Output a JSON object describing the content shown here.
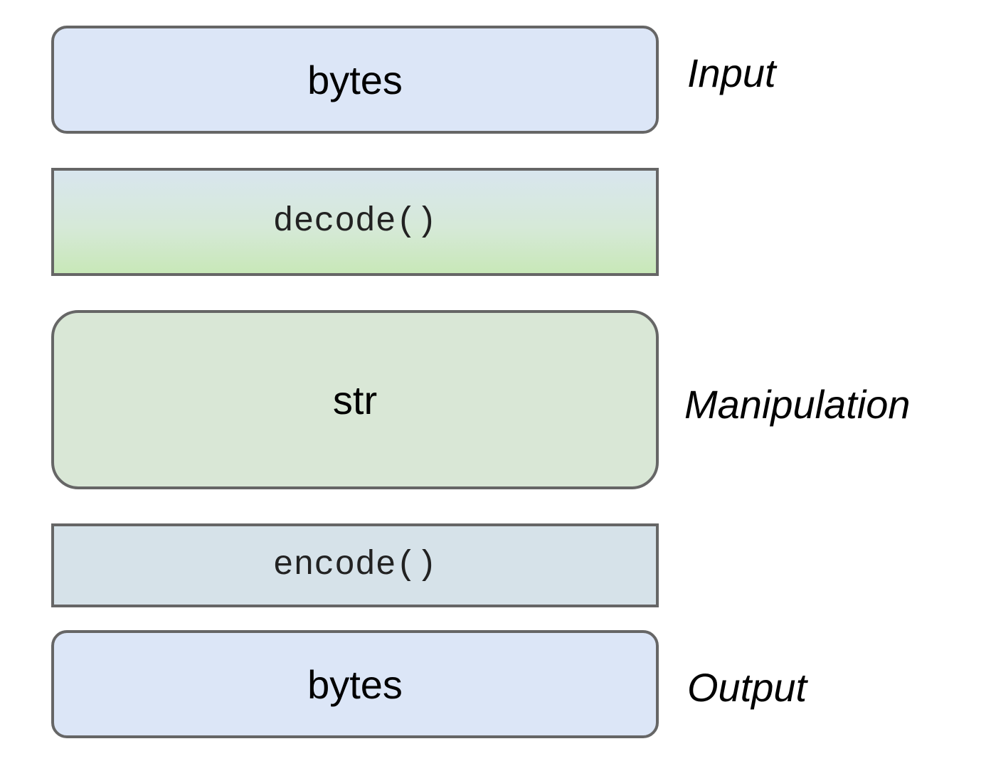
{
  "diagram": {
    "blocks": [
      {
        "id": "input",
        "text": "bytes",
        "style": "sans",
        "fill": "#dce6f7"
      },
      {
        "id": "decode",
        "text": "decode()",
        "style": "mono",
        "fill": "#d6e9d8"
      },
      {
        "id": "str",
        "text": "str",
        "style": "sans",
        "fill": "#d9e7d6"
      },
      {
        "id": "encode",
        "text": "encode()",
        "style": "mono",
        "fill": "#d6e2e9"
      },
      {
        "id": "output",
        "text": "bytes",
        "style": "sans",
        "fill": "#dce6f7"
      }
    ],
    "stages": {
      "input": "Input",
      "manipulation": "Manipulation",
      "output": "Output"
    },
    "colors": {
      "border": "#666666",
      "bytes_fill": "#dce6f7",
      "str_fill": "#d9e7d6"
    }
  }
}
